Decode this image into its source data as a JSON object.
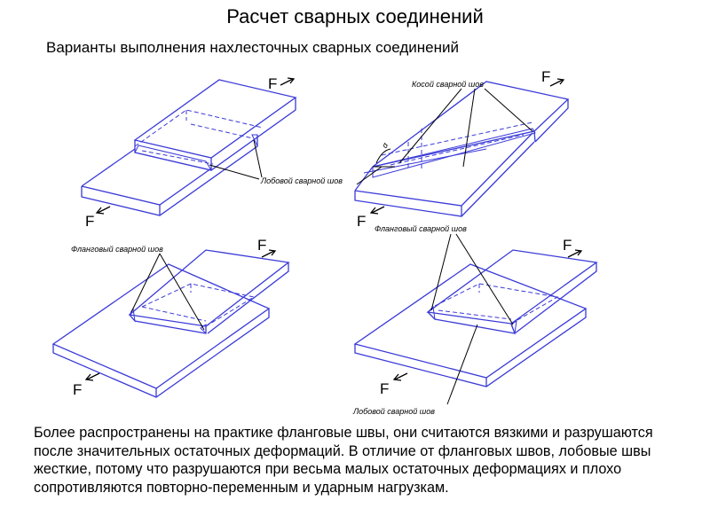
{
  "header": {
    "title": "Расчет сварных соединений",
    "subtitle": "Варианты выполнения нахлесточных сварных соединений"
  },
  "labels": {
    "force": "F",
    "frontal_weld": "Лобовой сварной шов",
    "oblique_weld": "Косой сварной шов",
    "flank_weld": "Фланговый сварной шов",
    "alpha": "α"
  },
  "description": "Более распространены на практике фланговые швы,  они считаются вязкими и разрушаются после значительных остаточных деформаций. В отличие от фланговых швов, лобовые швы жесткие, потому что разрушаются при весьма малых остаточных деформациях и плохо сопротивляются повторно-переменным и ударным нагрузкам.",
  "colors": {
    "plate_line": "#3a3ad8",
    "leader_line": "#000000"
  }
}
